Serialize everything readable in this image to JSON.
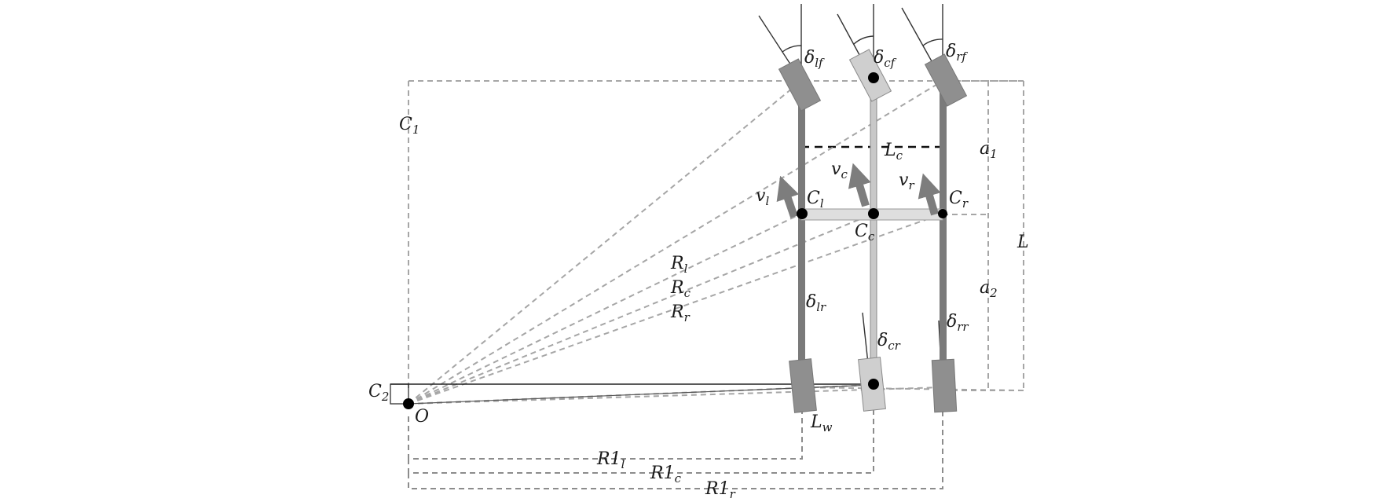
{
  "labels": {
    "delta_lf": {
      "base": "δ",
      "sub": "lf"
    },
    "delta_cf": {
      "base": "δ",
      "sub": "cf"
    },
    "delta_rf": {
      "base": "δ",
      "sub": "rf"
    },
    "delta_lr": {
      "base": "δ",
      "sub": "lr"
    },
    "delta_cr": {
      "base": "δ",
      "sub": "cr"
    },
    "delta_rr": {
      "base": "δ",
      "sub": "rr"
    },
    "C1": {
      "base": "C",
      "sub": "1"
    },
    "C2": {
      "base": "C",
      "sub": "2"
    },
    "Lc": {
      "base": "L",
      "sub": "c"
    },
    "a1": {
      "base": "a",
      "sub": "1"
    },
    "a2": {
      "base": "a",
      "sub": "2"
    },
    "L": {
      "base": "L",
      "sub": ""
    },
    "vl": {
      "base": "v",
      "sub": "l"
    },
    "vc": {
      "base": "v",
      "sub": "c"
    },
    "vr": {
      "base": "v",
      "sub": "r"
    },
    "Cl": {
      "base": "C",
      "sub": "l"
    },
    "Cc": {
      "base": "C",
      "sub": "c"
    },
    "Cr": {
      "base": "C",
      "sub": "r"
    },
    "Rl": {
      "base": "R",
      "sub": "l"
    },
    "Rc": {
      "base": "R",
      "sub": "c"
    },
    "Rr": {
      "base": "R",
      "sub": "r"
    },
    "O": {
      "base": "O",
      "sub": ""
    },
    "Lw": {
      "base": "L",
      "sub": "w"
    },
    "R1l": {
      "base": "R1",
      "sub": "l"
    },
    "R1c": {
      "base": "R1",
      "sub": "c"
    },
    "R1r": {
      "base": "R1",
      "sub": "r"
    }
  },
  "colors": {
    "wheel_dark": "#8f8f8f",
    "wheel_light": "#cfcfcf",
    "axle": "#7a7a7a",
    "arrow": "#7d7d7d",
    "dashed": "#a6a6a6",
    "point": "#000000"
  }
}
